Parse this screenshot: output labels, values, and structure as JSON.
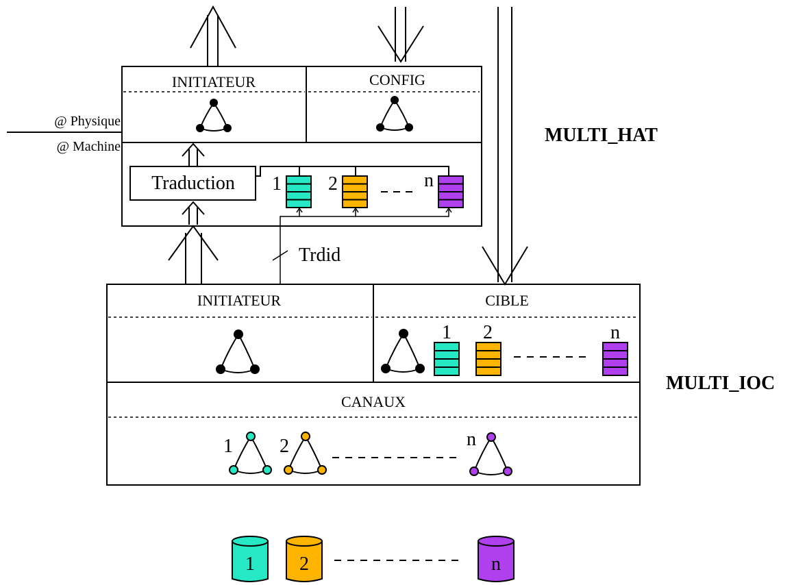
{
  "colors": {
    "teal": "#26e8c4",
    "orange": "#ffb400",
    "purple": "#b040ee",
    "line": "#000000"
  },
  "multi_hat": {
    "name": "MULTI_HAT",
    "initiateur": "INITIATEUR",
    "config": "CONFIG",
    "traduction": "Traduction",
    "addr_physique": "@ Physique",
    "addr_machine": "@ Machine",
    "fifo_labels": [
      "1",
      "2",
      "n"
    ]
  },
  "trdid": "Trdid",
  "multi_ioc": {
    "name": "MULTI_IOC",
    "initiateur": "INITIATEUR",
    "cible": "CIBLE",
    "canaux": "CANAUX",
    "cible_fifo_labels": [
      "1",
      "2",
      "n"
    ],
    "channel_labels": [
      "1",
      "2",
      "n"
    ]
  },
  "devices": [
    "1",
    "2",
    "n"
  ],
  "icons": [
    "ring-icon",
    "fifo-icon",
    "disk-icon",
    "double-arrow-icon"
  ]
}
